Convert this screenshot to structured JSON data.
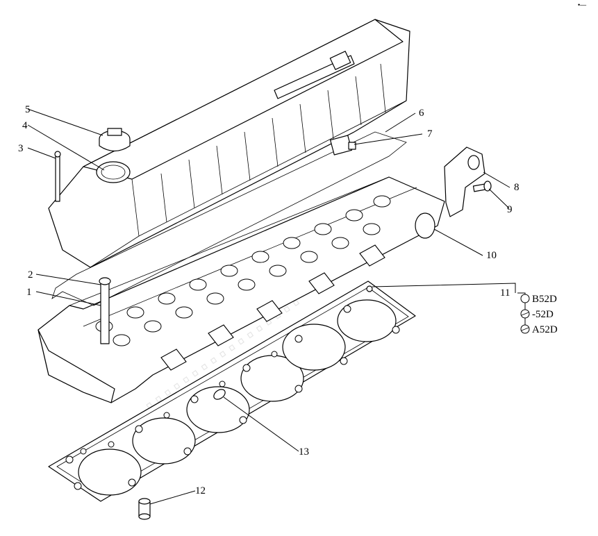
{
  "diagram": {
    "callouts": [
      "1",
      "2",
      "3",
      "4",
      "5",
      "6",
      "7",
      "8",
      "9",
      "10",
      "11",
      "12",
      "13"
    ],
    "variants": [
      "B52D",
      "-52D",
      "A52D"
    ],
    "corner_mark": "•—"
  }
}
